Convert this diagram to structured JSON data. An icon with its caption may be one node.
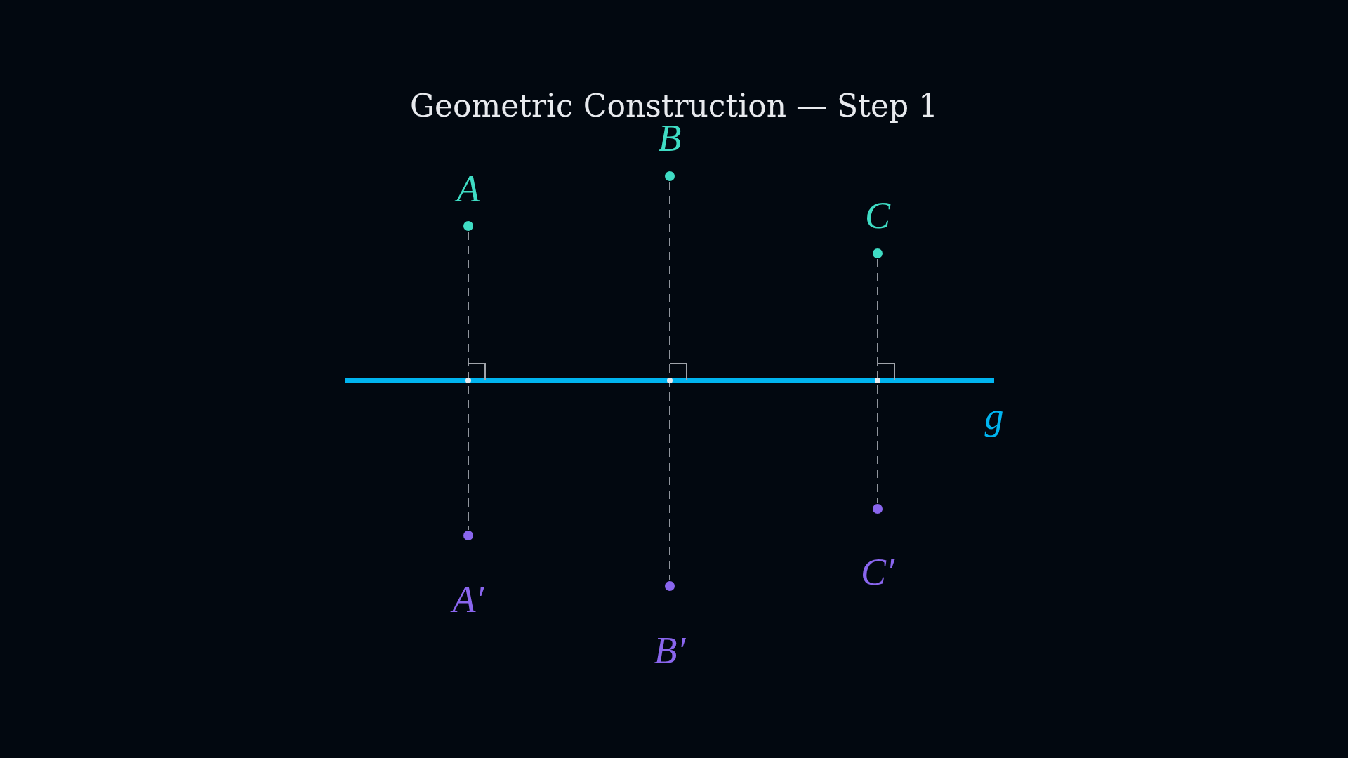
{
  "diagram": {
    "title": "Geometric Construction — Step 1",
    "nodes": [
      {
        "text": [
          "A"
        ]
      },
      {
        "text": [
          "B"
        ]
      },
      {
        "text": [
          "C"
        ]
      },
      {
        "text": [
          "A′"
        ]
      },
      {
        "text": [
          "B′"
        ]
      },
      {
        "text": [
          "C′"
        ]
      }
    ],
    "edges": [
      {
        "from": 0,
        "to": 3,
        "arrow": "none",
        "style": "dashed"
      },
      {
        "from": 1,
        "to": 4,
        "arrow": "none",
        "style": "dashed"
      },
      {
        "from": 2,
        "to": 5,
        "arrow": "none",
        "style": "dashed"
      }
    ],
    "labels": [
      "g"
    ]
  }
}
